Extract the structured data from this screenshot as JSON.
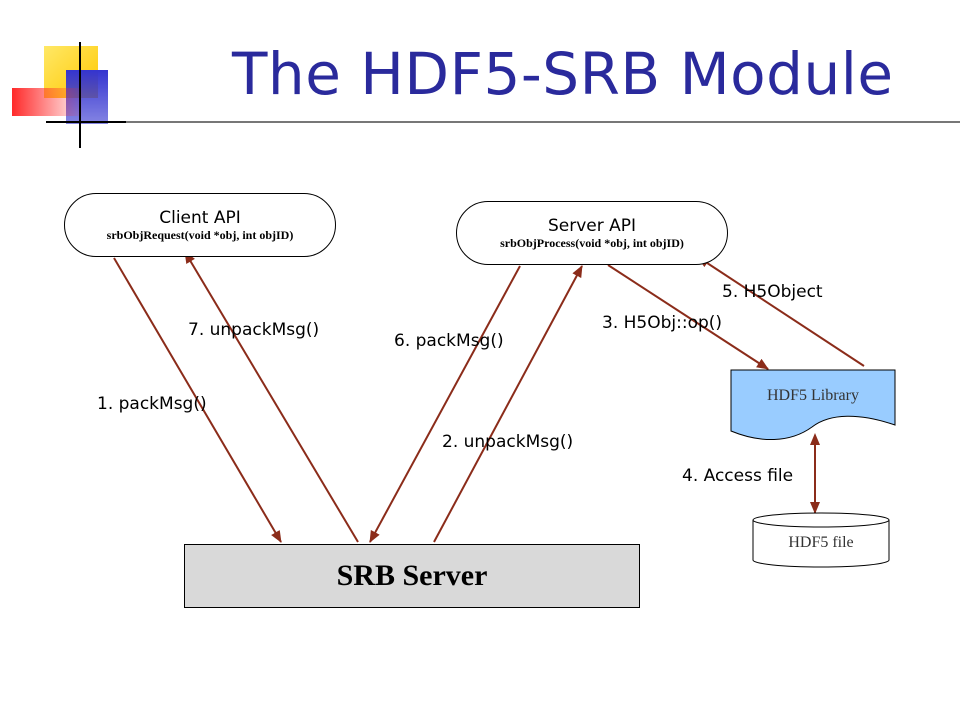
{
  "title": "The HDF5-SRB Module",
  "colors": {
    "title": "#2a2a9c",
    "arrow": "#8b2c1a",
    "library_fill": "#99ccff",
    "server_fill": "#d9d9d9",
    "file_fill": "#ffffff",
    "logo_yellow": "#ffd400",
    "logo_red": "#ff3b3b",
    "logo_blue": "#3a3ad6"
  },
  "client_api": {
    "name": "Client API",
    "signature": "srbObjRequest(void *obj, int objID)"
  },
  "server_api": {
    "name": "Server API",
    "signature": "srbObjProcess(void *obj, int objID)"
  },
  "srb_server": {
    "label": "SRB Server"
  },
  "hdf5_library": {
    "label": "HDF5 Library"
  },
  "hdf5_file": {
    "label": "HDF5 file"
  },
  "steps": {
    "s1": "1. packMsg()",
    "s2": "2. unpackMsg()",
    "s3": "3. H5Obj::op()",
    "s4": "4. Access file",
    "s5": "5. H5Object",
    "s6": "6. packMsg()",
    "s7": "7. unpackMsg()"
  }
}
